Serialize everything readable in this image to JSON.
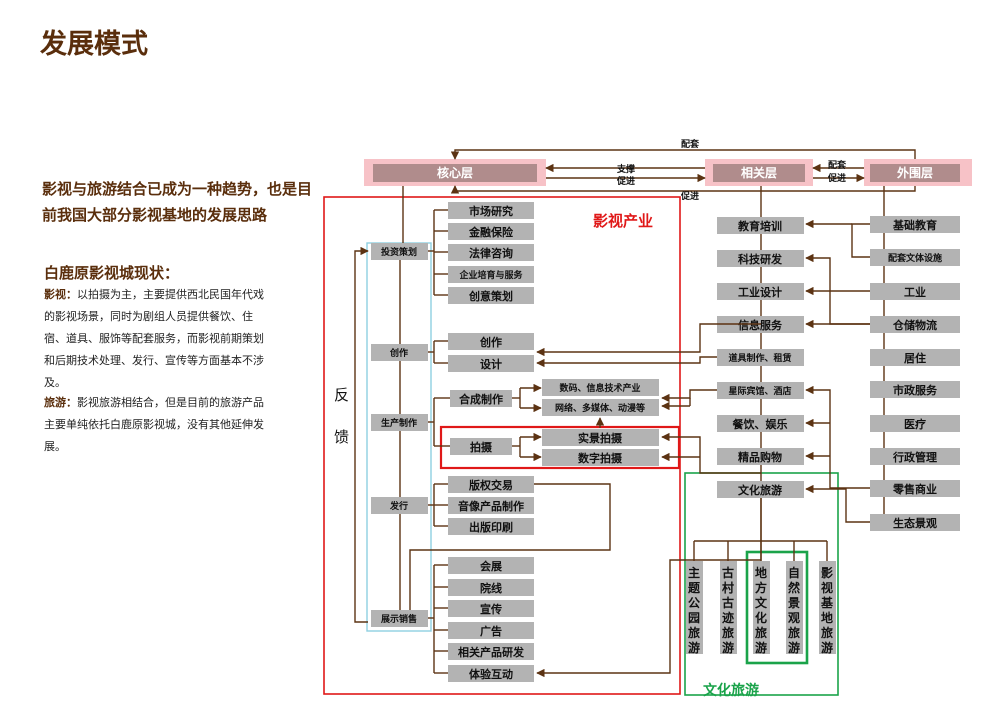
{
  "page_title": "发展模式",
  "headline": "影视与旅游结合已成为一种趋势，也是目前我国大部分影视基地的发展思路",
  "subhead": "白鹿原影视城现状：",
  "film_para": {
    "label": "影视：",
    "text": "以拍摄为主，主要提供西北民国年代戏 的影视场景，同时为剧组人员提供餐饮、住宿、道具、服饰等配套服务，而影视前期策划和后期技术处理、发行、宣传等方面基本不涉及。"
  },
  "tour_para": {
    "label": "旅游：",
    "text": "影视旅游相结合，但是目前的旅游产品主要单纯依托白鹿原影视城，没有其他延伸发展。"
  },
  "diagram": {
    "layers": {
      "core": "核心层",
      "related": "相关层",
      "outer": "外围层"
    },
    "arrow_labels": {
      "peitao_top": "配套",
      "cujin_bottom": "促进",
      "zhicheng": "支撑",
      "cujin_a": "促进",
      "peitao_b": "配套",
      "cujin_b": "促进"
    },
    "region_film": "影视产业",
    "region_tour": "文化旅游",
    "feedback": [
      "反",
      "馈"
    ],
    "stages": [
      "投资策划",
      "创作",
      "生产制作",
      "发行",
      "展示销售"
    ],
    "invest_items": [
      "市场研究",
      "金融保险",
      "法律咨询",
      "企业培育与服务",
      "创意策划"
    ],
    "create_items": [
      "创作",
      "设计"
    ],
    "produce": {
      "synth": "合成制作",
      "synth_items": [
        "数码、信息技术产业",
        "网络、多媒体、动漫等"
      ],
      "shoot": "拍摄",
      "shoot_items": [
        "实景拍摄",
        "数字拍摄"
      ]
    },
    "publish_items": [
      "版权交易",
      "音像产品制作",
      "出版印刷"
    ],
    "show_items": [
      "会展",
      "院线",
      "宣传",
      "广告",
      "相关产品研发",
      "体验互动"
    ],
    "related_items": [
      "教育培训",
      "科技研发",
      "工业设计",
      "信息服务",
      "道具制作、租赁",
      "星际宾馆、酒店",
      "餐饮、娱乐",
      "精品购物",
      "文化旅游"
    ],
    "outer_items": [
      "基础教育",
      "配套文体设施",
      "工业",
      "仓储物流",
      "居住",
      "市政服务",
      "医疗",
      "行政管理",
      "零售商业",
      "生态景观"
    ],
    "tour_items": [
      "主题公园旅游",
      "古村古迹旅游",
      "地方文化旅游",
      "自然景观旅游",
      "影视基地旅游"
    ]
  },
  "colors": {
    "brown": "#5a2e0c",
    "red": "#e01818",
    "green": "#1aa34a",
    "cyan": "#8fcfe0",
    "box": "#b3b3b3",
    "pink": "#f7c2c7"
  }
}
